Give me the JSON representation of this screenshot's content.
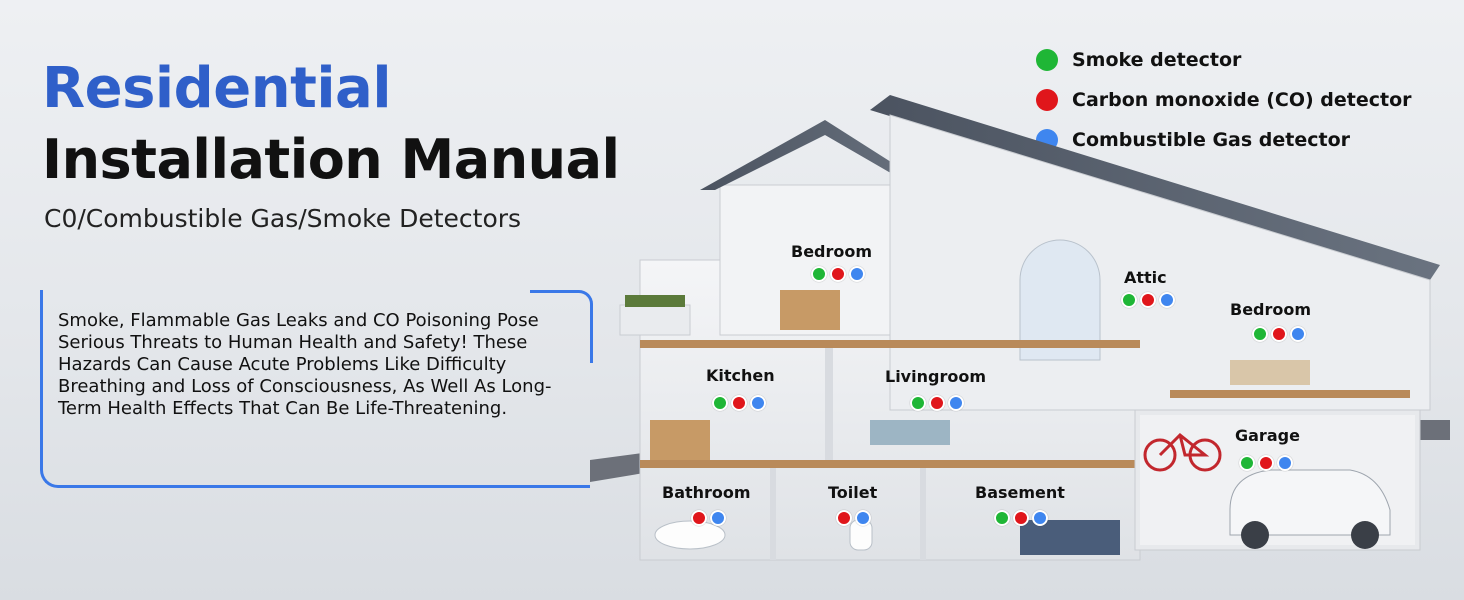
{
  "title": {
    "line1": "Residential",
    "line2": "Installation Manual",
    "subtitle": "C0/Combustible Gas/Smoke Detectors"
  },
  "info_text": "Smoke, Flammable Gas Leaks and CO Poisoning Pose Serious Threats to Human Health and Safety! These Hazards Can Cause Acute Problems Like Difficulty Breathing and Loss of Consciousness, As Well As Long-Term Health Effects That Can Be Life-Threatening.",
  "colors": {
    "smoke": "#1fb636",
    "co": "#e0161b",
    "gas": "#3f86ef",
    "accent": "#2f5fc9"
  },
  "legend": [
    {
      "label": "Smoke detector",
      "type": "smoke"
    },
    {
      "label": "Carbon monoxide (CO) detector",
      "type": "co"
    },
    {
      "label": "Combustible Gas detector",
      "type": "gas"
    }
  ],
  "rooms": {
    "bedroom1": {
      "label": "Bedroom",
      "detectors": [
        "smoke",
        "co",
        "gas"
      ]
    },
    "kitchen": {
      "label": "Kitchen",
      "detectors": [
        "smoke",
        "co",
        "gas"
      ]
    },
    "livingroom": {
      "label": "Livingroom",
      "detectors": [
        "smoke",
        "co",
        "gas"
      ]
    },
    "attic": {
      "label": "Attic",
      "detectors": [
        "smoke",
        "co",
        "gas"
      ]
    },
    "bedroom2": {
      "label": "Bedroom",
      "detectors": [
        "smoke",
        "co",
        "gas"
      ]
    },
    "garage": {
      "label": "Garage",
      "detectors": [
        "smoke",
        "co",
        "gas"
      ]
    },
    "bathroom": {
      "label": "Bathroom",
      "detectors": [
        "co",
        "gas"
      ]
    },
    "toilet": {
      "label": "Toilet",
      "detectors": [
        "co",
        "gas"
      ]
    },
    "basement": {
      "label": "Basement",
      "detectors": [
        "smoke",
        "co",
        "gas"
      ]
    }
  }
}
